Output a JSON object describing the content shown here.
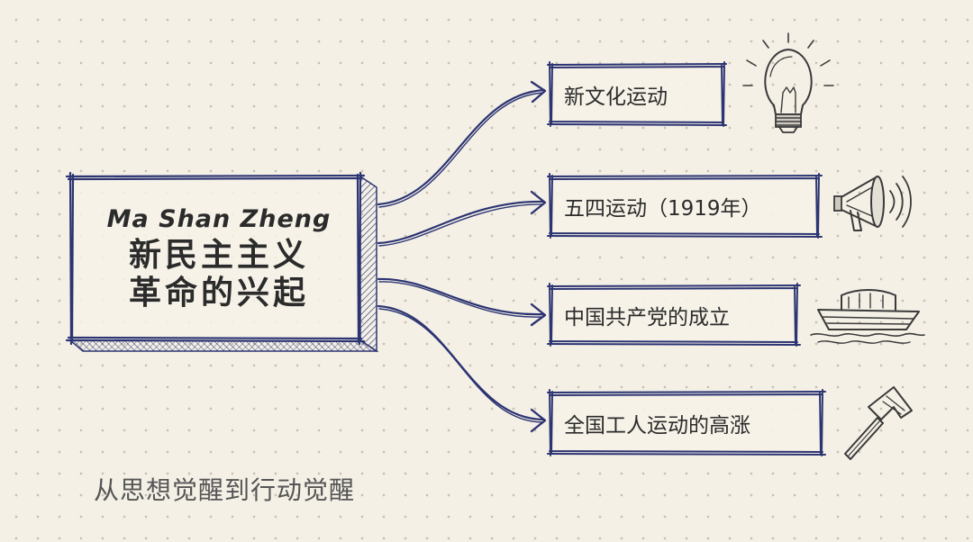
{
  "main": {
    "title_en": "Ma Shan Zheng",
    "title_zh_line1": "新民主主义",
    "title_zh_line2": "革命的兴起"
  },
  "topics": [
    {
      "label": "新文化运动",
      "icon": "lightbulb-icon"
    },
    {
      "label": "五四运动（1919年）",
      "icon": "megaphone-icon"
    },
    {
      "label": "中国共产党的成立",
      "icon": "boat-icon"
    },
    {
      "label": "全国工人运动的高涨",
      "icon": "hammer-icon"
    }
  ],
  "caption": "从思想觉醒到行动觉醒",
  "colors": {
    "ink": "#2c3472",
    "paper": "#f4f0e6",
    "text": "#2b2b2b",
    "caption": "#555555"
  }
}
